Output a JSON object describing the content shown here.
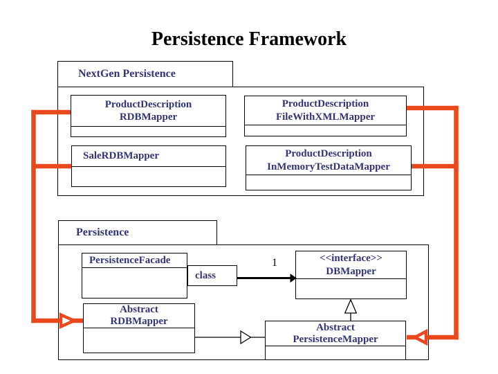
{
  "title": "Persistence Framework",
  "colors": {
    "accent_red": "#E8481C",
    "class_name_text": "#333377",
    "line_black": "#000000",
    "background": "#ffffff"
  },
  "packages": {
    "nextgen": {
      "name": "NextGen Persistence"
    },
    "persistence": {
      "name": "Persistence"
    }
  },
  "classes": {
    "pd_rdb": {
      "line1": "ProductDescription",
      "line2": "RDBMapper"
    },
    "pd_xml": {
      "line1": "ProductDescription",
      "line2": "FileWithXMLMapper"
    },
    "sale_rdb": {
      "line1": "SaleRDBMapper"
    },
    "pd_mem": {
      "line1": "ProductDescription",
      "line2": "InMemoryTestDataMapper"
    },
    "facade": {
      "line1": "PersistenceFacade"
    },
    "qualifier": {
      "line1": "class"
    },
    "dbmapper": {
      "line1": "<<interface>>",
      "line2": "DBMapper"
    },
    "abs_rdb": {
      "line1": "Abstract",
      "line2": "RDBMapper"
    },
    "abs_pm": {
      "line1": "Abstract",
      "line2": "PersistenceMapper"
    }
  },
  "labels": {
    "multiplicity_one": "1"
  }
}
